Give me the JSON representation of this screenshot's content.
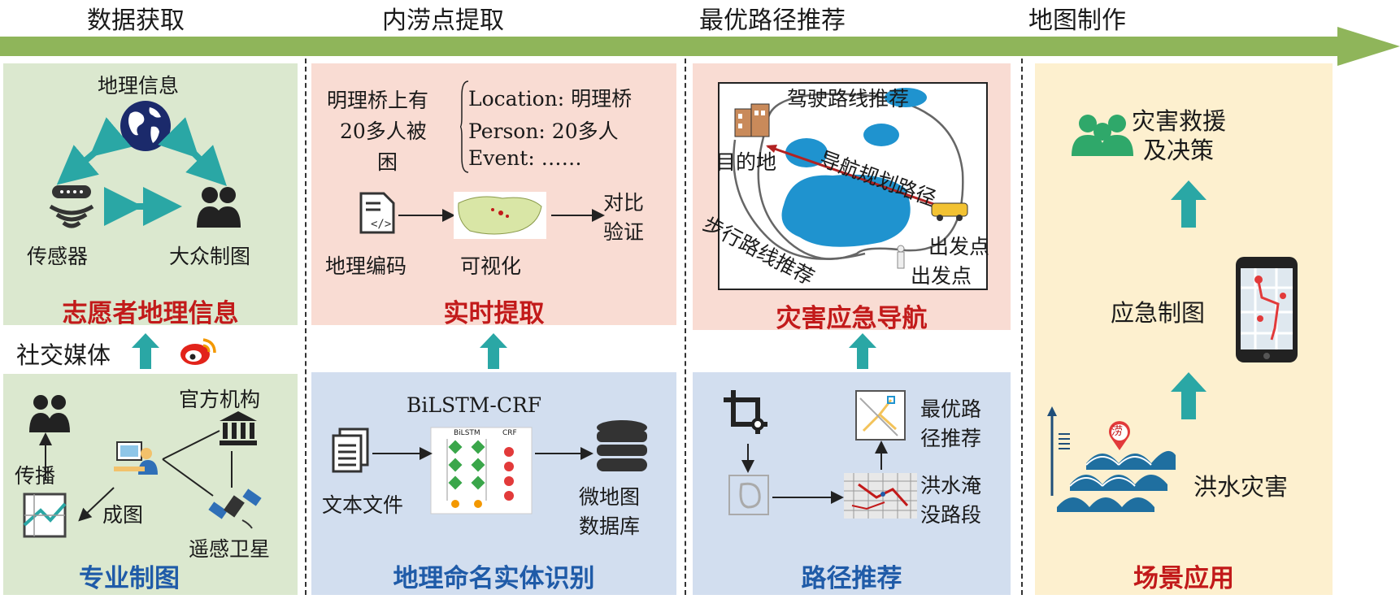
{
  "headers": [
    "数据获取",
    "内涝点提取",
    "最优路径推荐",
    "地图制作"
  ],
  "col1": {
    "top_caption": "志愿者地理信息",
    "geo_info": "地理信息",
    "sensor": "传感器",
    "crowd_mapping": "大众制图",
    "social_media": "社交媒体",
    "official": "官方机构",
    "spread": "传播",
    "mapping": "成图",
    "satellite": "遥感卫星",
    "bottom_caption": "专业制图"
  },
  "col2": {
    "sentence_lines": [
      "明理桥上有",
      "20多人被",
      "困"
    ],
    "entities": [
      "Location: 明理桥",
      "Person: 20多人",
      "Event: ……"
    ],
    "geocode": "地理编码",
    "visualize": "可视化",
    "compare_lines": [
      "对比",
      "验证"
    ],
    "top_caption": "实时提取",
    "model": "BiLSTM-CRF",
    "bilstm_label": "BiLSTM",
    "crf_label": "CRF",
    "text_file": "文本文件",
    "micro_db_lines": [
      "微地图",
      "数据库"
    ],
    "bottom_caption": "地理命名实体识别"
  },
  "col3": {
    "drive_route": "驾驶路线推荐",
    "destination": "目的地",
    "nav_route": "导航规划路径",
    "walk_route": "步行路线推荐",
    "start1": "出发点",
    "start2": "出发点",
    "top_caption": "灾害应急导航",
    "optimal_lines": [
      "最优路",
      "径推荐"
    ],
    "flooded_lines": [
      "洪水淹",
      "没路段"
    ],
    "bottom_caption": "路径推荐"
  },
  "col4": {
    "rescue_lines": [
      "灾害救援",
      "及决策"
    ],
    "emergency_map": "应急制图",
    "flood": "洪水灾害",
    "flood_marker": "涝",
    "bottom_caption": "场景应用"
  },
  "colors": {
    "arrow_green": "#8fb55a",
    "teal": "#2aa7a5",
    "red_caption": "#c21a1a",
    "blue_caption": "#1f5ba8",
    "dark_blue_globe": "#1b2a6b"
  }
}
